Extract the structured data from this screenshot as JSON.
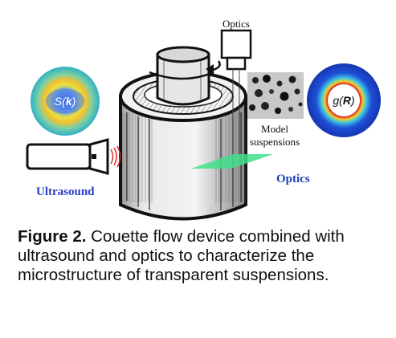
{
  "diagram": {
    "labels": {
      "optics_top": "Optics",
      "model_suspensions_line1": "Model",
      "model_suspensions_line2": "suspensions",
      "optics_right": "Optics",
      "ultrasound": "Ultrasound",
      "structure_factor_S": "S(",
      "structure_factor_k": "k",
      "structure_factor_close": ")",
      "pair_correlation_g": "g(",
      "pair_correlation_R": "R",
      "pair_correlation_close": ")"
    },
    "colors": {
      "ultrasound_label": "#2a3cc9",
      "optics_label": "#1d3fb8",
      "light_sheet": "#3fe08a",
      "outline": "#111111"
    }
  },
  "caption": {
    "label": "Figure 2.",
    "text": " Couette flow device combined with ultrasound and optics to characterize the microstructure of transparent suspensions."
  }
}
